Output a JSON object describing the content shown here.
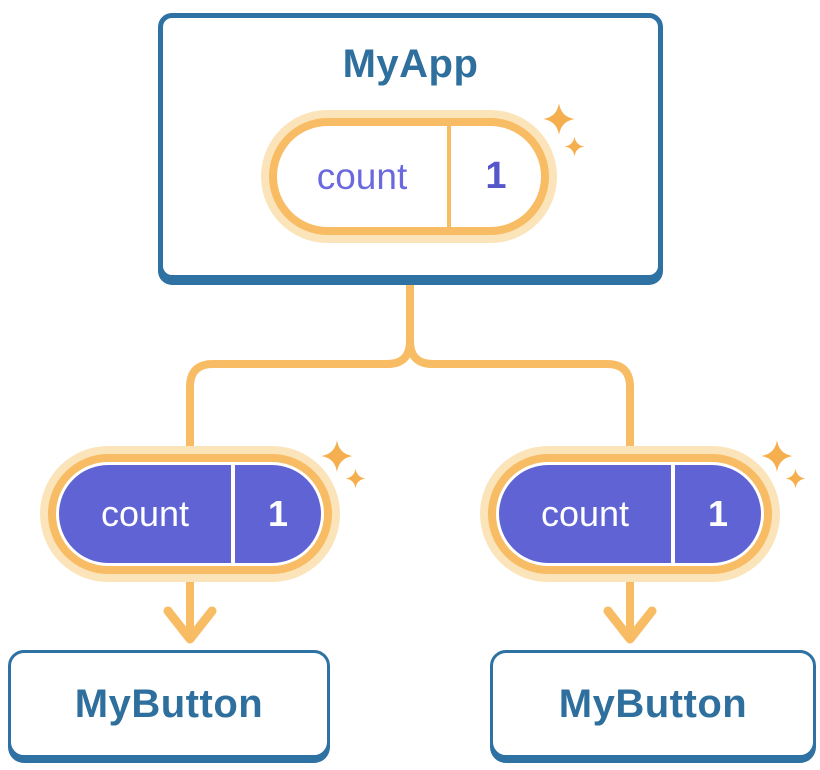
{
  "root_component": {
    "title": "MyApp",
    "state_pill": {
      "label": "count",
      "value": "1"
    }
  },
  "child_components": [
    {
      "title": "MyButton",
      "prop_pill": {
        "label": "count",
        "value": "1"
      }
    },
    {
      "title": "MyButton",
      "prop_pill": {
        "label": "count",
        "value": "1"
      }
    }
  ],
  "colors": {
    "card_border_blue": "#2E71A3",
    "title_text_blue": "#2E6F9E",
    "connector_orange": "#F8BC65",
    "pill_ring_orange": "#F8BC65",
    "pill_halo_peach": "#FCE4BA",
    "pill_fill_purple": "#5F63D3",
    "state_label_purple": "#6A6ADE",
    "state_value_purple": "#5457C9",
    "pill_text_white": "#FFFFFF",
    "sparkle_orange": "#F5AF4F",
    "background": "#FFFFFF"
  }
}
